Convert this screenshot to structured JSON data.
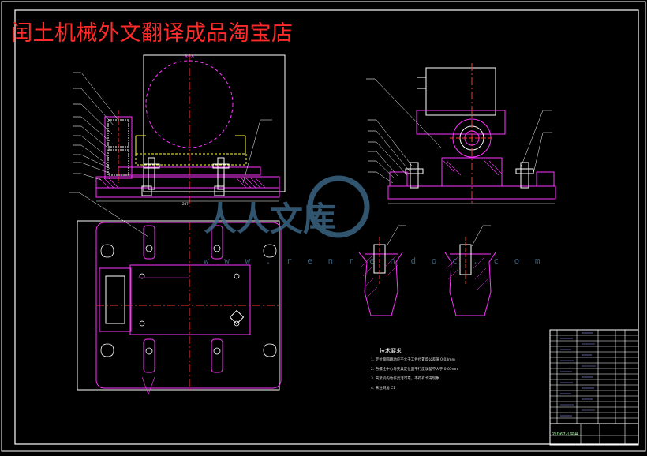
{
  "title_overlay": {
    "text": "闰土机械外文翻译成品淘宝店",
    "color": "#ff2a2a"
  },
  "watermark": {
    "glyphs": "人人文库",
    "site": "w w w . r e n r e n d o c . c o m",
    "color": "#3f6e8f"
  },
  "tech_requirements": {
    "title": "技术要求",
    "items": [
      "1. 定位面圆跳动应不大于工件位置度公差值 0.03mm",
      "2. 各螺栓中心与夹具定位面平行度误差不大于 0.05mm",
      "3. 夹紧机构动作灵活可靠，不得有卡滞现象",
      "4. 未注倒角 C1"
    ]
  },
  "title_block": {
    "drawing_name": "铣D67孔夹具"
  },
  "colors": {
    "background": "#000000",
    "frame": "#ffffff",
    "part": "#ff33ff",
    "center": "#ff3333",
    "hidden": "#ffff33",
    "leader": "#ffffff",
    "dim": "#ff33ff",
    "hatch": "#ff33ff"
  }
}
